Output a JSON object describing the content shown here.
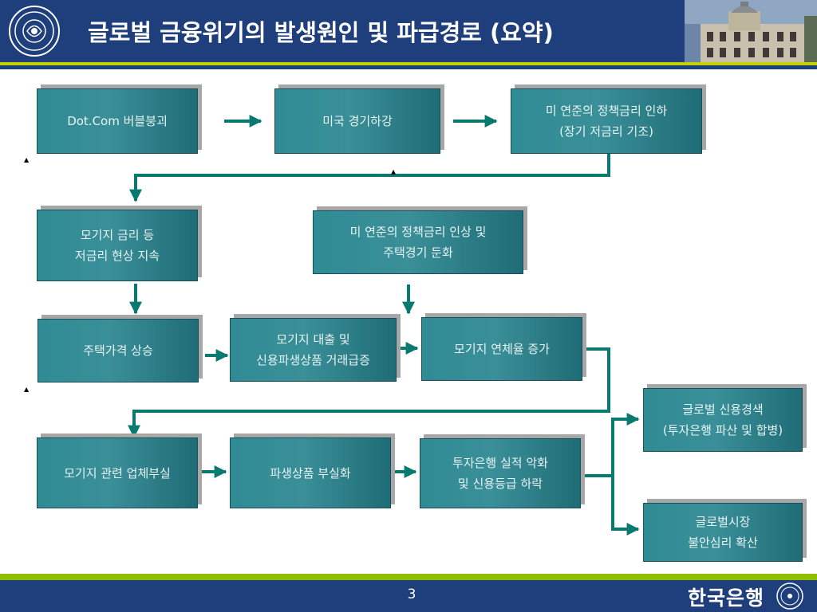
{
  "header": {
    "title": "글로벌 금융위기의 발생원인 및 파급경로 (요약)",
    "logo_icon": "bank-seal-icon",
    "image": "headquarters-building-photo"
  },
  "footer": {
    "page_number": "3",
    "bank_name": "한국은행"
  },
  "colors": {
    "header": "#1f3f7c",
    "accent_line": "#c2d400",
    "box": "#2f8b94",
    "arrow": "#0a7a70"
  },
  "boxes": {
    "b1": "Dot.Com 버블붕괴",
    "b2": "미국 경기하강",
    "b3_1": "미 연준의 정책금리 인하",
    "b3_2": "(장기 저금리 기조)",
    "b4_1": "모기지 금리 등",
    "b4_2": "저금리 현상 지속",
    "b5_1": "미 연준의 정책금리 인상 및",
    "b5_2": "주택경기 둔화",
    "b6": "주택가격 상승",
    "b7_1": "모기지 대출 및",
    "b7_2": "신용파생상품 거래급증",
    "b8": "모기지 연체율 증가",
    "b9_1": "글로벌 신용경색",
    "b9_2": "(투자은행 파산 및 합병)",
    "b10": "모기지 관련 업체부실",
    "b11": "파생상품 부실화",
    "b12_1": "투자은행 실적 악화",
    "b12_2": "및 신용등급 하락",
    "b13_1": "글로벌시장",
    "b13_2": "불안심리 확산"
  }
}
